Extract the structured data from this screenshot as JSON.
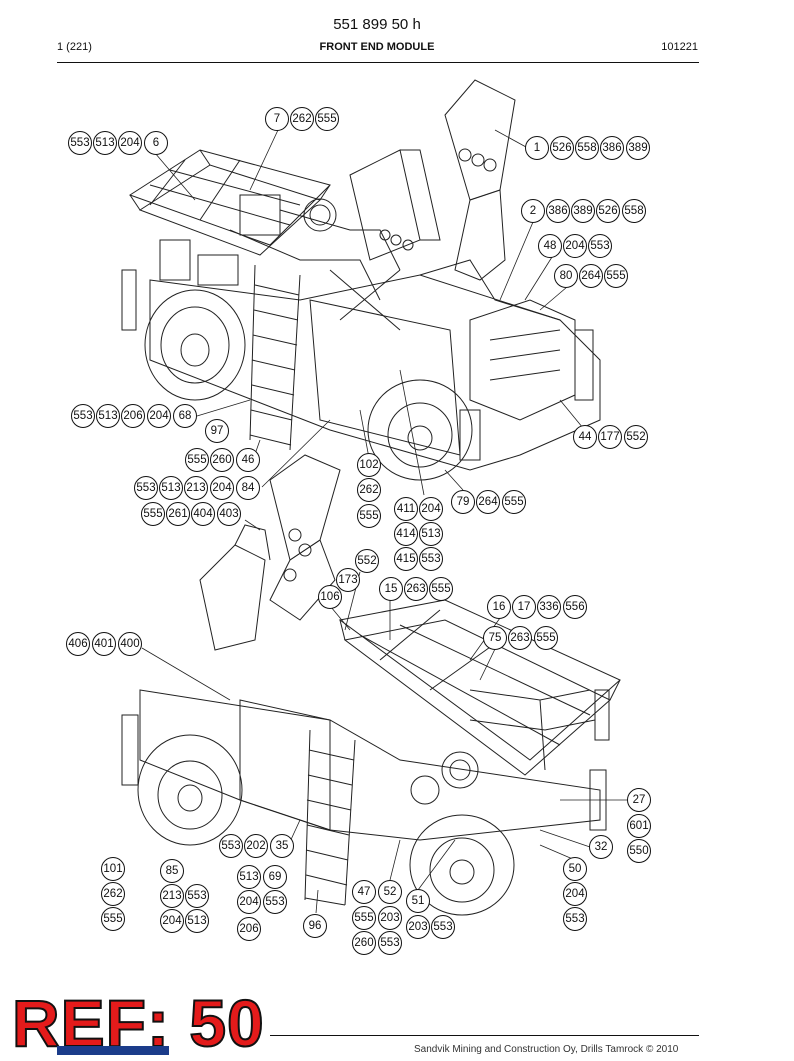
{
  "header": {
    "doc_number": "551 899 50 h",
    "page": "1 (221)",
    "title": "FRONT END MODULE",
    "code": "101221"
  },
  "callouts": {
    "upper": {
      "b7": "7",
      "b262a": "262",
      "b555a": "555",
      "b553a": "553",
      "b513a": "513",
      "b204a": "204",
      "b6": "6",
      "b1": "1",
      "b526a": "526",
      "b558a": "558",
      "b386a": "386",
      "b389a": "389",
      "b2": "2",
      "b386b": "386",
      "b389b": "389",
      "b526b": "526",
      "b558b": "558",
      "b48": "48",
      "b204b": "204",
      "b553b": "553",
      "b80": "80",
      "b264a": "264",
      "b555b": "555",
      "b553c": "553",
      "b513b": "513",
      "b206a": "206",
      "b204c": "204",
      "b68": "68",
      "b97": "97",
      "b44": "44",
      "b177": "177",
      "b552a": "552",
      "b555c": "555",
      "b260a": "260",
      "b46": "46",
      "b102": "102",
      "b553d": "553",
      "b513c": "513",
      "b213a": "213",
      "b204d": "204",
      "b84": "84",
      "b262b": "262",
      "b79": "79",
      "b264b": "264",
      "b555d": "555",
      "b555e": "555",
      "b261": "261",
      "b404": "404",
      "b403": "403",
      "b555f": "555",
      "b411": "411",
      "b204e": "204",
      "b414": "414",
      "b513d": "513",
      "b415": "415",
      "b553e": "553"
    },
    "lower": {
      "b552b": "552",
      "b173": "173",
      "b106": "106",
      "b15": "15",
      "b263a": "263",
      "b555g": "555",
      "b16": "16",
      "b17": "17",
      "b336": "336",
      "b556": "556",
      "b406": "406",
      "b401": "401",
      "b400": "400",
      "b75": "75",
      "b263b": "263",
      "b555h": "555",
      "b27": "27",
      "b601": "601",
      "b550": "550",
      "b32": "32",
      "b553f": "553",
      "b202": "202",
      "b35": "35",
      "b101": "101",
      "b85": "85",
      "b513e": "513",
      "b69": "69",
      "b50": "50",
      "b262c": "262",
      "b213b": "213",
      "b553g": "553",
      "b47": "47",
      "b52": "52",
      "b51": "51",
      "b204f": "204",
      "b553h": "553",
      "b204g": "204",
      "b555i": "555",
      "b204h": "204",
      "b513f": "513",
      "b555j": "555",
      "b203a": "203",
      "b203b": "203",
      "b553i": "553",
      "b553j": "553",
      "b206b": "206",
      "b96": "96",
      "b260b": "260",
      "b553k": "553"
    }
  },
  "ref_stamp": "REF: 50",
  "footer": "Sandvik Mining and Construction Oy, Drills Tamrock © 2010",
  "colors": {
    "ref_fill": "#e41b1b",
    "ink": "#111111",
    "logo": "#1b3c8a"
  }
}
